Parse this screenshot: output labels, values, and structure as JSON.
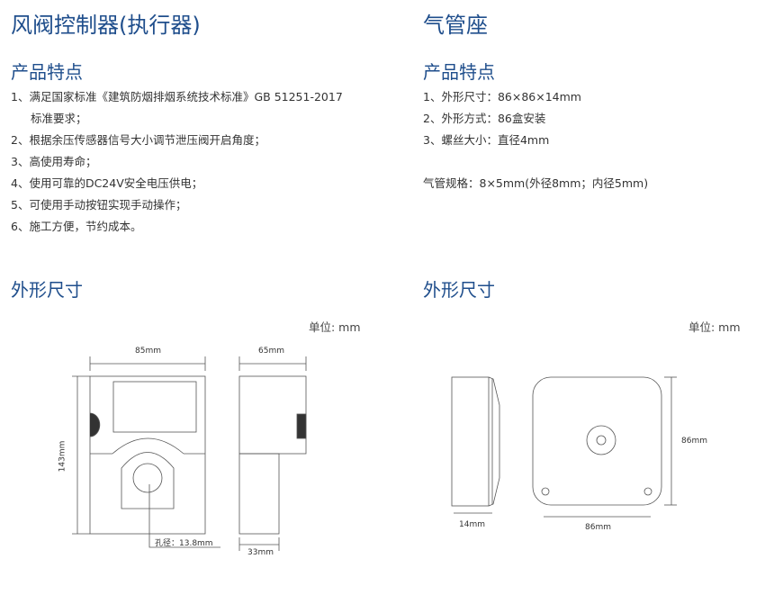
{
  "left": {
    "title": "风阀控制器(执行器)",
    "features_heading": "产品特点",
    "features": [
      "1、满足国家标准《建筑防烟排烟系统技术标准》GB 51251-2017",
      "标准要求；",
      "2、根据余压传感器信号大小调节泄压阀开启角度；",
      "3、高使用寿命；",
      "4、使用可靠的DC24V安全电压供电；",
      "5、可使用手动按钮实现手动操作；",
      "6、施工方便，节约成本。"
    ],
    "dimensions_heading": "外形尺寸",
    "unit": "单位: mm",
    "dims": {
      "width": "85mm",
      "depth": "65mm",
      "height": "143mm",
      "hole": "孔径：13.8mm",
      "base": "33mm"
    }
  },
  "right": {
    "title": "气管座",
    "features_heading": "产品特点",
    "features": [
      "1、外形尺寸：86×86×14mm",
      "2、外形方式：86盒安装",
      "3、螺丝大小：直径4mm"
    ],
    "spec": "气管规格：8×5mm(外径8mm；内径5mm)",
    "dimensions_heading": "外形尺寸",
    "unit": "单位: mm",
    "dims": {
      "thickness": "14mm",
      "width": "86mm",
      "height": "86mm"
    }
  },
  "colors": {
    "heading": "#1f4e8c"
  }
}
